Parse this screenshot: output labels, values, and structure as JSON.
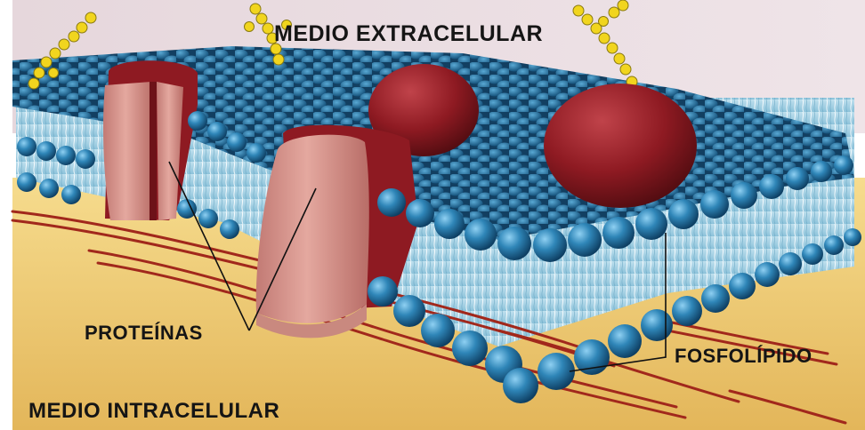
{
  "labels": {
    "extracellular": "MEDIO EXTRACELULAR",
    "intracellular": "MEDIO INTRACELULAR",
    "proteins": "PROTEÍNAS",
    "phospholipid": "FOSFOLÍPIDO"
  },
  "colors": {
    "extracellular_bg": "#e9dce0",
    "cytoplasm": "#eccb7a",
    "phospholipid_head": "#2f86b8",
    "lipid_tail_zone": "#a9d3e6",
    "protein_dark": "#8e1a22",
    "protein_light": "#d99a92",
    "glycan": "#f1d51e",
    "cytoskeleton": "#a1281c",
    "label_text": "#151515"
  }
}
